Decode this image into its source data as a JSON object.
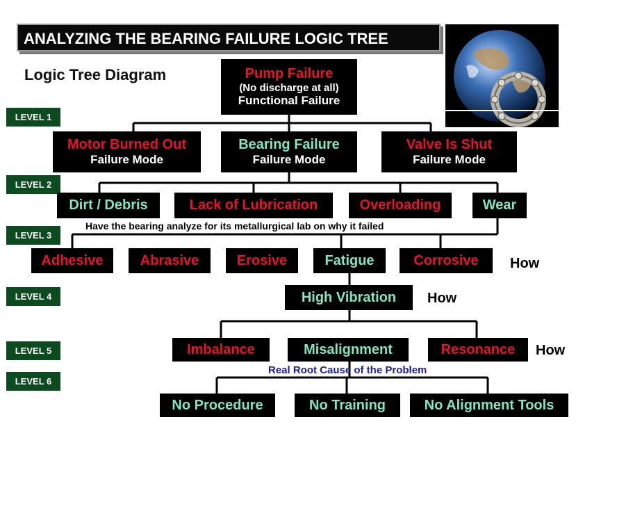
{
  "title": "ANALYZING THE BEARING FAILURE LOGIC TREE",
  "subtitle": "Logic Tree Diagram",
  "levels": [
    "LEVEL 1",
    "LEVEL 2",
    "LEVEL 3",
    "LEVEL 4",
    "LEVEL 5",
    "LEVEL 6"
  ],
  "root": {
    "title": "Pump Failure",
    "line2": "(No discharge at all)",
    "line3": "Functional Failure"
  },
  "modes": [
    {
      "title": "Motor Burned Out",
      "sub": "Failure Mode"
    },
    {
      "title": "Bearing Failure",
      "sub": "Failure Mode"
    },
    {
      "title": "Valve Is Shut",
      "sub": "Failure Mode"
    }
  ],
  "causes": [
    "Dirt / Debris",
    "Lack of Lubrication",
    "Overloading",
    "Wear"
  ],
  "lab_note": "Have the bearing analyze for its metallurgical lab on why it  failed",
  "wear_types": [
    "Adhesive",
    "Abrasive",
    "Erosive",
    "Fatigue",
    "Corrosive"
  ],
  "vibration": "High Vibration",
  "vibration_causes": [
    "Imbalance",
    "Misalignment",
    "Resonance"
  ],
  "root_cause_note": "Real Root Cause of the Problem",
  "root_causes": [
    "No Procedure",
    "No Training",
    "No Alignment Tools"
  ],
  "how_label": "How",
  "colors": {
    "red": "#e8122d",
    "cyan": "#7fe7c4",
    "level_bg": "#0c4a1f",
    "node_bg": "#000000"
  }
}
